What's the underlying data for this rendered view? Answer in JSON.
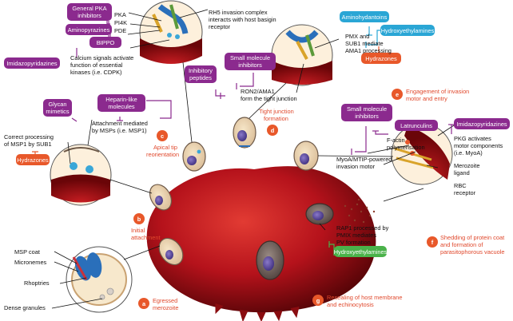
{
  "colors": {
    "purple_box": "#8b2a8e",
    "cyan_box": "#2aa6d5",
    "orange_box": "#e8582a",
    "green_box": "#4ab24a",
    "rbc_red": "#b5121b",
    "step_circle": "#e8582a",
    "step_text": "#e0482c"
  },
  "steps": {
    "a": {
      "letter": "a",
      "line1": "Egressed",
      "line2": "merozoite"
    },
    "b": {
      "letter": "b",
      "line1": "Initial",
      "line2": "attachment"
    },
    "c": {
      "letter": "c",
      "line1": "Apical tip",
      "line2": "reorientation"
    },
    "d": {
      "letter": "d",
      "line1": "Tight junction",
      "line2": "formation"
    },
    "e": {
      "letter": "e",
      "line1": "Engagement of invasion",
      "line2": "motor and entry"
    },
    "f": {
      "letter": "f",
      "line1": "Shedding of protein coat",
      "line2": "and formation of",
      "line3": "parasitophorous vacuole"
    },
    "g": {
      "letter": "g",
      "line1": "Resealing of host membrane",
      "line2": "and echinocytosis"
    }
  },
  "inhibitors": {
    "general_pka": {
      "line1": "General PKA",
      "line2": "inhibitors"
    },
    "aminopyrazines": "Aminopyrazines",
    "bippo": "BIPPO",
    "imidazopyridazines_left": "Imidazopyridazines",
    "inhibitory_peptides": {
      "line1": "Inhibitory",
      "line2": "peptides"
    },
    "small_molecule_top": {
      "line1": "Small molecule",
      "line2": "inhibitors"
    },
    "aminohydantoins": "Aminohydantoins",
    "hydroxyethylamines_top": "Hydroxyethylamines",
    "hydrazones_top": "Hydrazones",
    "glycan_mimetics": {
      "line1": "Glycan",
      "line2": "mimetics"
    },
    "heparin_like": {
      "line1": "Heparin-like",
      "line2": "molecules"
    },
    "hydrazones_left": "Hydrazones",
    "small_molecule_right": {
      "line1": "Small molecule",
      "line2": "inhibitors"
    },
    "latrunculins": "Latrunculins",
    "imidazopyridazines_right": "Imidazopyridazines",
    "hydroxyethylamines_bottom": "Hydroxyethylamines"
  },
  "labels": {
    "pka": "PKA",
    "pi4k": "PI4K",
    "pde": "PDE",
    "calcium": {
      "line1": "Calcium signals activate",
      "line2": "function of essential",
      "line3": "kinases (i.e. CDPK)"
    },
    "rh5": {
      "line1": "RH5 invasion complex",
      "line2": "interacts with host basigin",
      "line3": "receptor"
    },
    "pmx": {
      "line1": "PMX and",
      "line2": "SUB1 mediate",
      "line3": "AMA1 processing"
    },
    "ron2": {
      "line1": "RON2/AMA1",
      "line2": "form the tight junction"
    },
    "attachment": {
      "line1": "Attachment mediated",
      "line2": "by MSPs (i.e. MSP1)"
    },
    "msp1": {
      "line1": "Correct processing",
      "line2": "of MSP1 by SUB1"
    },
    "factin": {
      "line1": "F-actin",
      "line2": "polymerisation"
    },
    "myoa_motor": {
      "line1": "MyoA/MTIP-powered",
      "line2": "invasion motor"
    },
    "pkg": {
      "line1": "PKG activates",
      "line2": "motor components",
      "line3": "(i.e. MyoA)"
    },
    "merozoite_ligand": {
      "line1": "Merozoite",
      "line2": "ligand"
    },
    "rbc_receptor": {
      "line1": "RBC",
      "line2": "receptor"
    },
    "rap1": {
      "line1": "RAP1 processed by",
      "line2": "PMIX mediates",
      "line3": "PV formation"
    },
    "msp_coat": "MSP coat",
    "micronemes": "Micronemes",
    "rhoptries": "Rhoptries",
    "dense_granules": "Dense granules"
  }
}
